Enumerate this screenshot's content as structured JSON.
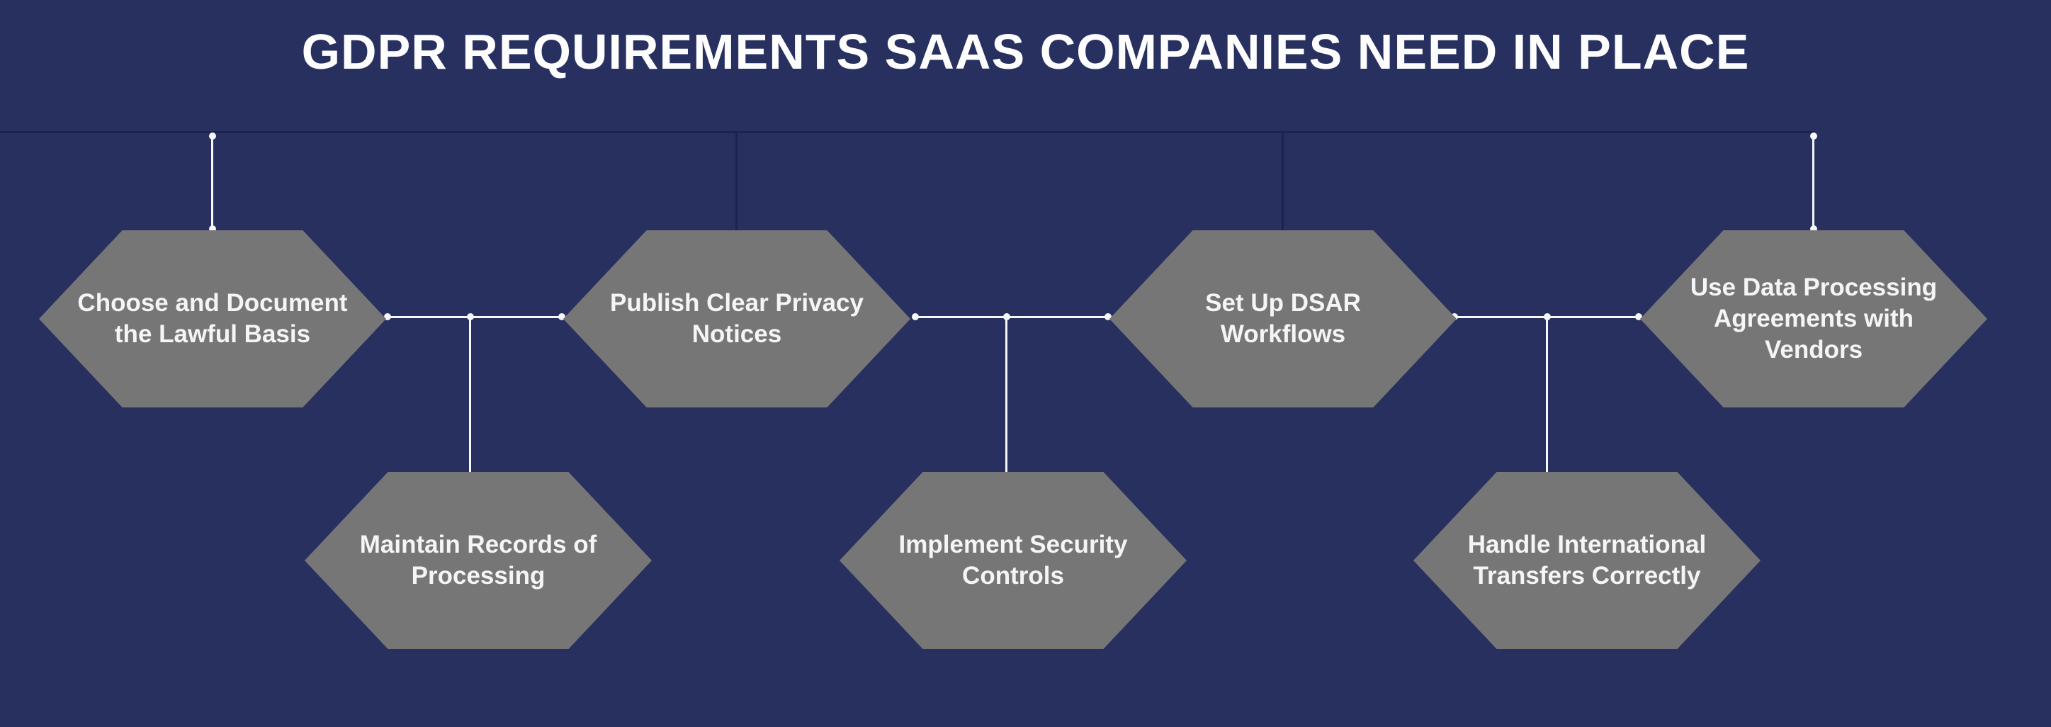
{
  "title": "GDPR REQUIREMENTS SAAS COMPANIES NEED IN PLACE",
  "nodes": [
    {
      "id": "choose-lawful-basis",
      "row": "top",
      "label": "Choose and Document the Lawful Basis",
      "lines": [
        "Choose and Document",
        "the Lawful Basis"
      ]
    },
    {
      "id": "privacy-notices",
      "row": "top",
      "label": "Publish Clear Privacy Notices",
      "lines": [
        "Publish Clear Privacy",
        "Notices"
      ]
    },
    {
      "id": "dsar-workflows",
      "row": "top",
      "label": "Set Up DSAR Workflows",
      "lines": [
        "Set Up DSAR",
        "Workflows"
      ]
    },
    {
      "id": "dpa-vendors",
      "row": "top",
      "label": "Use Data Processing Agreements with Vendors",
      "lines": [
        "Use Data Processing",
        "Agreements with",
        "Vendors"
      ]
    },
    {
      "id": "records-of-processing",
      "row": "bottom",
      "label": "Maintain Records of Processing",
      "lines": [
        "Maintain Records of",
        "Processing"
      ]
    },
    {
      "id": "security-controls",
      "row": "bottom",
      "label": "Implement Security Controls",
      "lines": [
        "Implement Security",
        "Controls"
      ]
    },
    {
      "id": "international-transfers",
      "row": "bottom",
      "label": "Handle International Transfers Correctly",
      "lines": [
        "Handle International",
        "Transfers Correctly"
      ]
    }
  ],
  "colors": {
    "background": "#27305F",
    "hexagon_fill": "#767676",
    "connector_light": "#F6F8FB",
    "connector_dark": "#1C244E",
    "title_color": "#FDFDFD",
    "label_color": "#F5F5F5"
  }
}
